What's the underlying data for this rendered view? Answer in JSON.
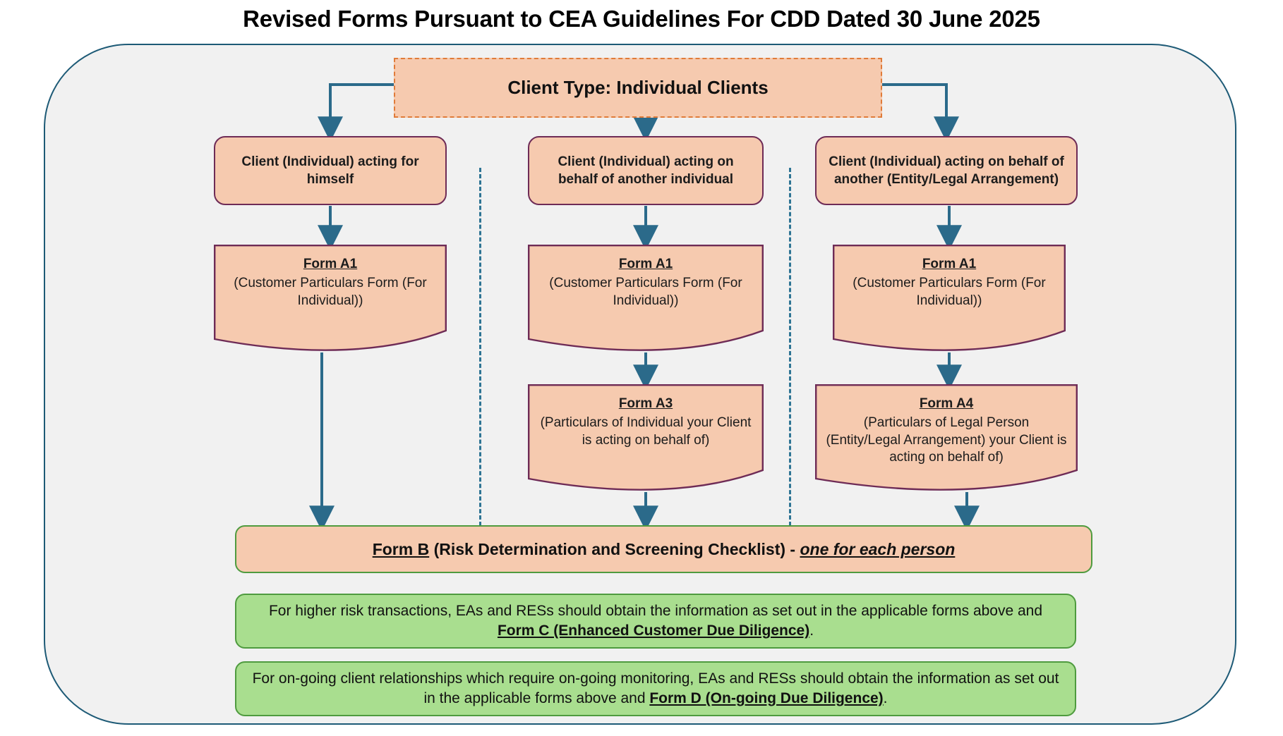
{
  "title": "Revised Forms Pursuant to CEA Guidelines For CDD Dated 30 June 2025",
  "colors": {
    "container_fill": "#f1f1f1",
    "container_border": "#1d5a76",
    "node_fill": "#f6caaf",
    "node_border": "#6e2b56",
    "top_box_border": "#e07b39",
    "note_fill": "#a9de8f",
    "note_border": "#4f9b3f",
    "arrow": "#2b6a8a"
  },
  "top_box": {
    "label": "Client Type: Individual Clients"
  },
  "branches": [
    {
      "id": "branch-himself",
      "condition": "Client (Individual) acting for himself",
      "forms": [
        {
          "code": "Form A1",
          "description": "(Customer Particulars Form (For Individual))"
        }
      ]
    },
    {
      "id": "branch-another-individual",
      "condition": "Client (Individual) acting on behalf of another individual",
      "forms": [
        {
          "code": "Form A1",
          "description": "(Customer Particulars Form (For Individual))"
        },
        {
          "code": "Form A3",
          "description": "(Particulars of Individual your Client is acting on behalf of)"
        }
      ]
    },
    {
      "id": "branch-entity-legal-arrangement",
      "condition": "Client (Individual) acting on behalf of another (Entity/Legal Arrangement)",
      "forms": [
        {
          "code": "Form A1",
          "description": "(Customer Particulars Form (For Individual))"
        },
        {
          "code": "Form A4",
          "description": "(Particulars of Legal Person (Entity/Legal Arrangement) your Client is acting on behalf of)"
        }
      ]
    }
  ],
  "form_b": {
    "code": "Form B",
    "middle": " (Risk Determination and Screening Checklist) - ",
    "emphasis": "one for each person"
  },
  "notes": [
    {
      "id": "note-higher-risk",
      "lead": "For higher risk transactions, EAs and RESs should obtain the information as set out in the applicable forms above and ",
      "strong": "Form C (Enhanced Customer Due Diligence)",
      "tail": "."
    },
    {
      "id": "note-ongoing",
      "lead": "For on-going client relationships which require on-going monitoring, EAs and RESs should obtain the information as set out in the applicable forms above and ",
      "strong": "Form D (On-going Due Diligence)",
      "tail": "."
    }
  ]
}
